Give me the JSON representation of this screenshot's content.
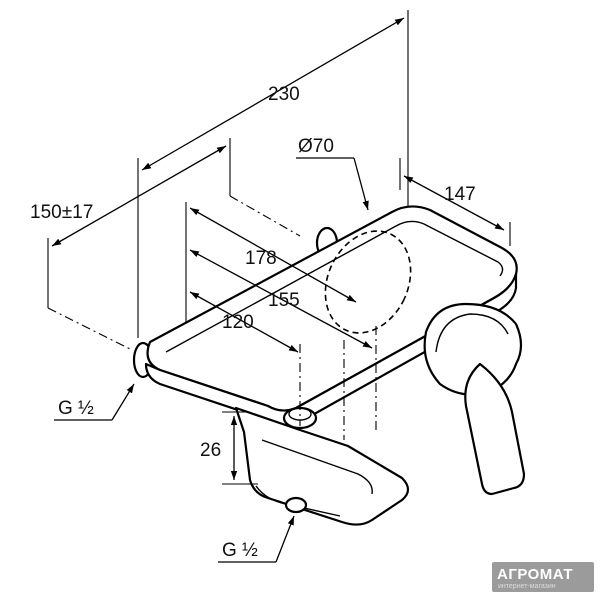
{
  "dimensions": {
    "overall_width": "230",
    "depth_wall": "150±17",
    "dim_178": "178",
    "dim_155": "155",
    "dim_120": "120",
    "diameter": "Ø70",
    "lever_offset": "147",
    "spout_height": "26"
  },
  "threads": {
    "inlet_label": "G ½",
    "outlet_label": "G ½"
  },
  "watermark": {
    "brand": "АГРОМАТ",
    "sub": "интернет-магазин"
  },
  "colors": {
    "line": "#000000",
    "watermark_bg": "#8a8a8a"
  }
}
